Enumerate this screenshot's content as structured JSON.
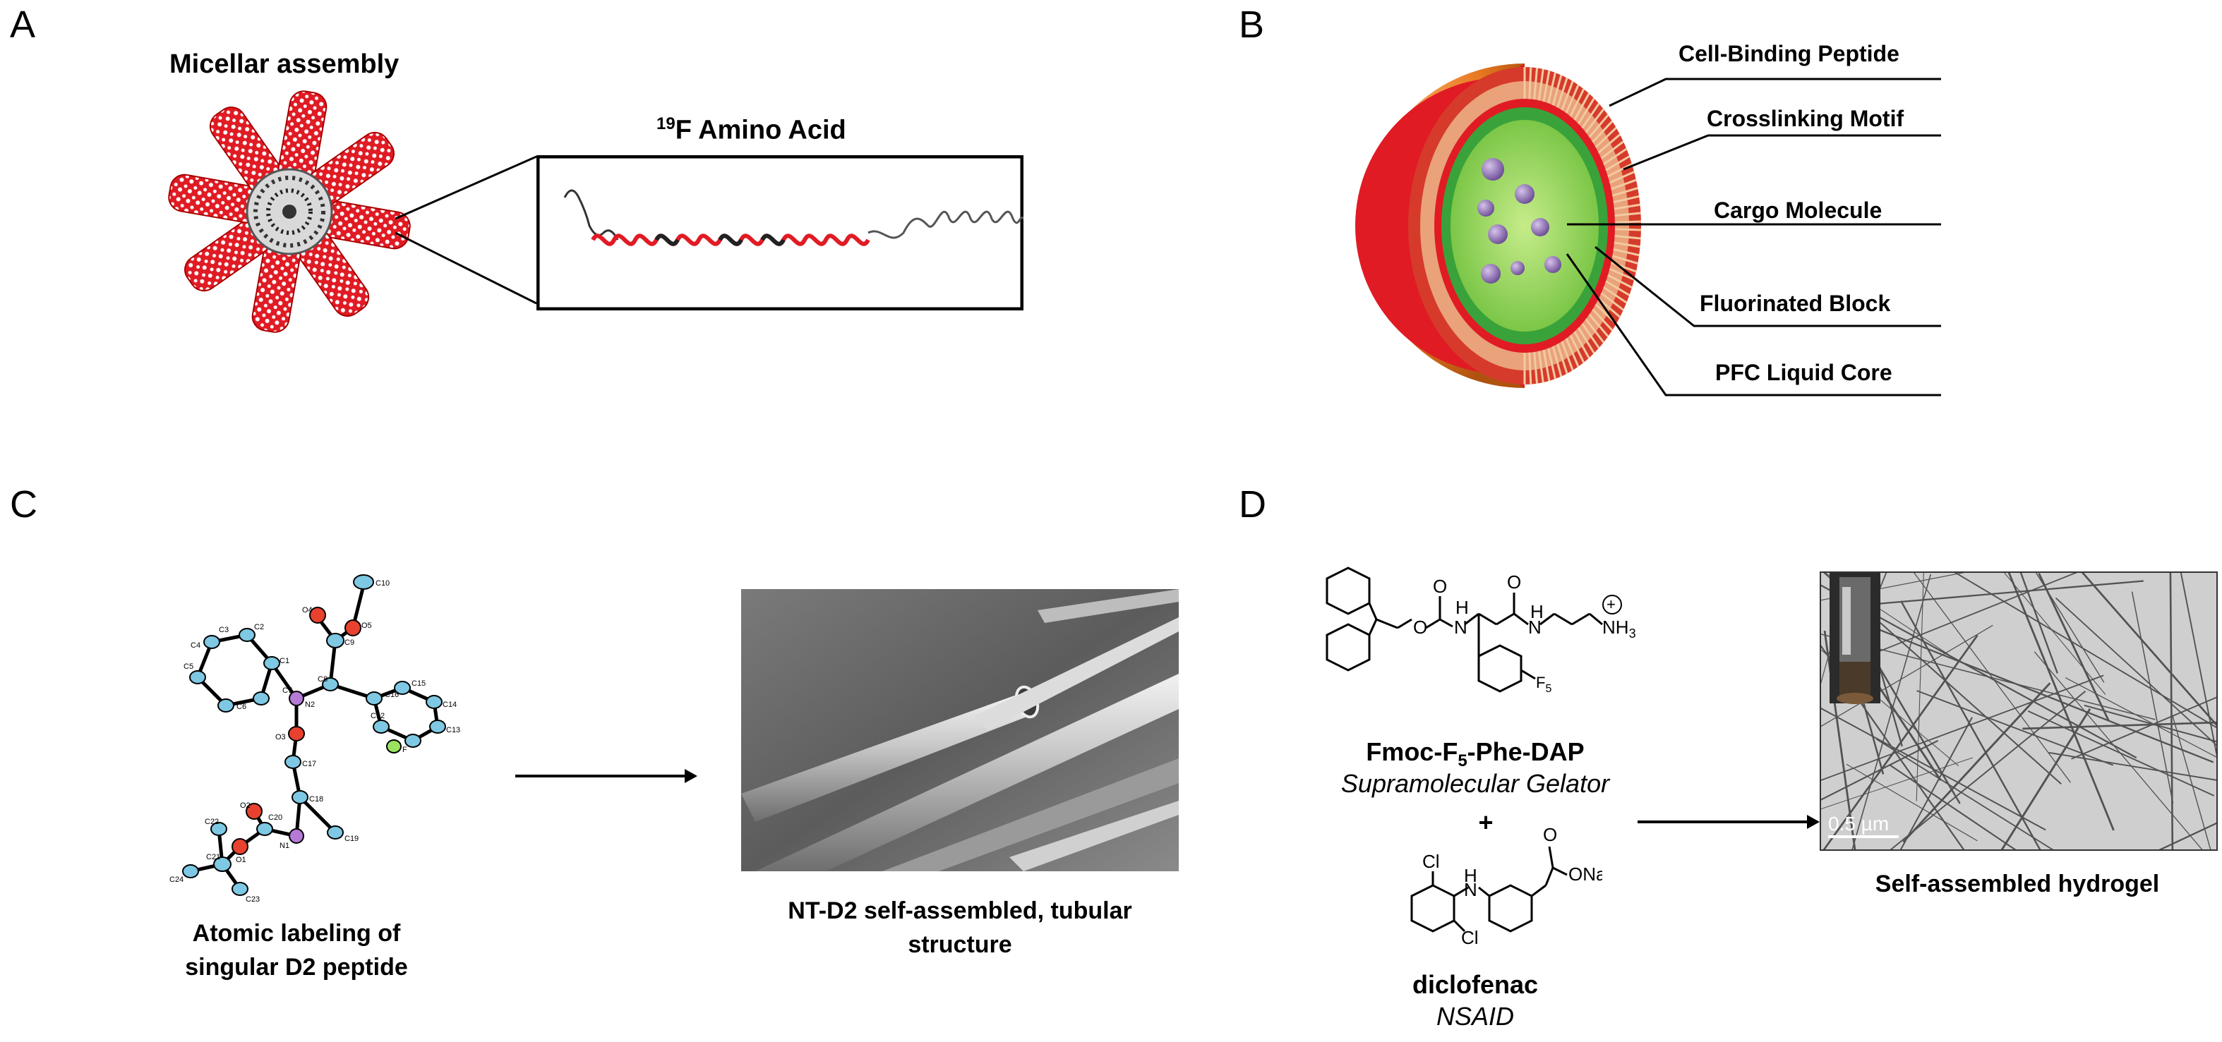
{
  "panels": {
    "A": {
      "letter": "A",
      "title": "Micellar assembly",
      "inset_sup": "19",
      "inset_title": "F Amino Acid"
    },
    "B": {
      "letter": "B",
      "labels": [
        "Cell-Binding Peptide",
        "Crosslinking Motif",
        "Cargo Molecule",
        "Fluorinated Block",
        "PFC Liquid Core"
      ]
    },
    "C": {
      "letter": "C",
      "caption_left_1": "Atomic labeling of",
      "caption_left_2": "singular D2 peptide",
      "caption_right_1": "NT-D2 self-assembled, tubular",
      "caption_right_2": "structure",
      "atom_labels": [
        "C10",
        "O5",
        "O4",
        "C9",
        "C8",
        "C16",
        "C15",
        "C14",
        "C13",
        "C12",
        "F",
        "C3",
        "C2",
        "C1",
        "C7",
        "C5",
        "C4",
        "C6",
        "O3",
        "N2",
        "C17",
        "C18",
        "C19",
        "O1",
        "N1",
        "C20",
        "C21",
        "C22",
        "C23",
        "C24",
        "O2"
      ]
    },
    "D": {
      "letter": "D",
      "gelator_name_prefix": "Fmoc-F",
      "gelator_sub": "5",
      "gelator_name_suffix": "-Phe-DAP",
      "gelator_role": "Supramolecular Gelator",
      "plus": "+",
      "drug_name": "diclofenac",
      "drug_role": "NSAID",
      "scale_bar": "0.5 µm",
      "caption": "Self-assembled hydrogel",
      "struct_labels": {
        "o": "O",
        "h": "H",
        "n": "N",
        "nh3": "NH",
        "nh3_sub": "3",
        "plus_charge": "+",
        "f5": "F",
        "f5_sub": "5",
        "ona": "ONa",
        "cl": "Cl"
      }
    }
  }
}
